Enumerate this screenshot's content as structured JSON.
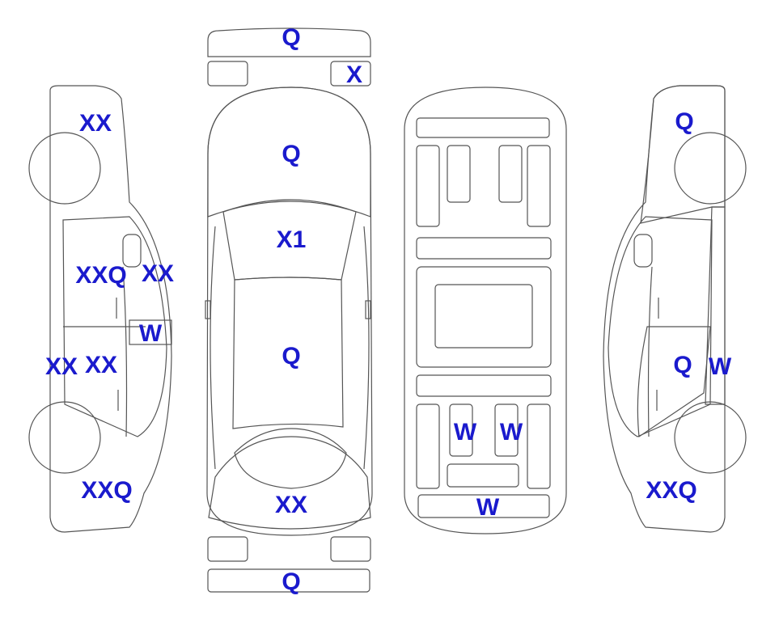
{
  "colors": {
    "damaged": "#ffa62e",
    "light": "#e3f6fb",
    "outline": "#555555",
    "label": "#1a1acd"
  },
  "labels": {
    "front_bumper": "Q",
    "front_right_small": "X",
    "hood": "Q",
    "windshield": "X1",
    "roof": "Q",
    "rear_window": "XX",
    "rear_bumper": "Q",
    "left_front_fender": "XX",
    "left_front_door": "XXQ",
    "left_a_pillar": "XX",
    "left_mirror": "W",
    "left_rocker": "XX",
    "left_rear_door": "XX",
    "left_rear_quarter": "XXQ",
    "right_front_fender": "Q",
    "right_front_door": "Q",
    "right_pillar": "W",
    "right_rear_quarter": "XXQ",
    "interior_seat_left": "W",
    "interior_seat_right": "W",
    "interior_rear_panel": "W"
  }
}
